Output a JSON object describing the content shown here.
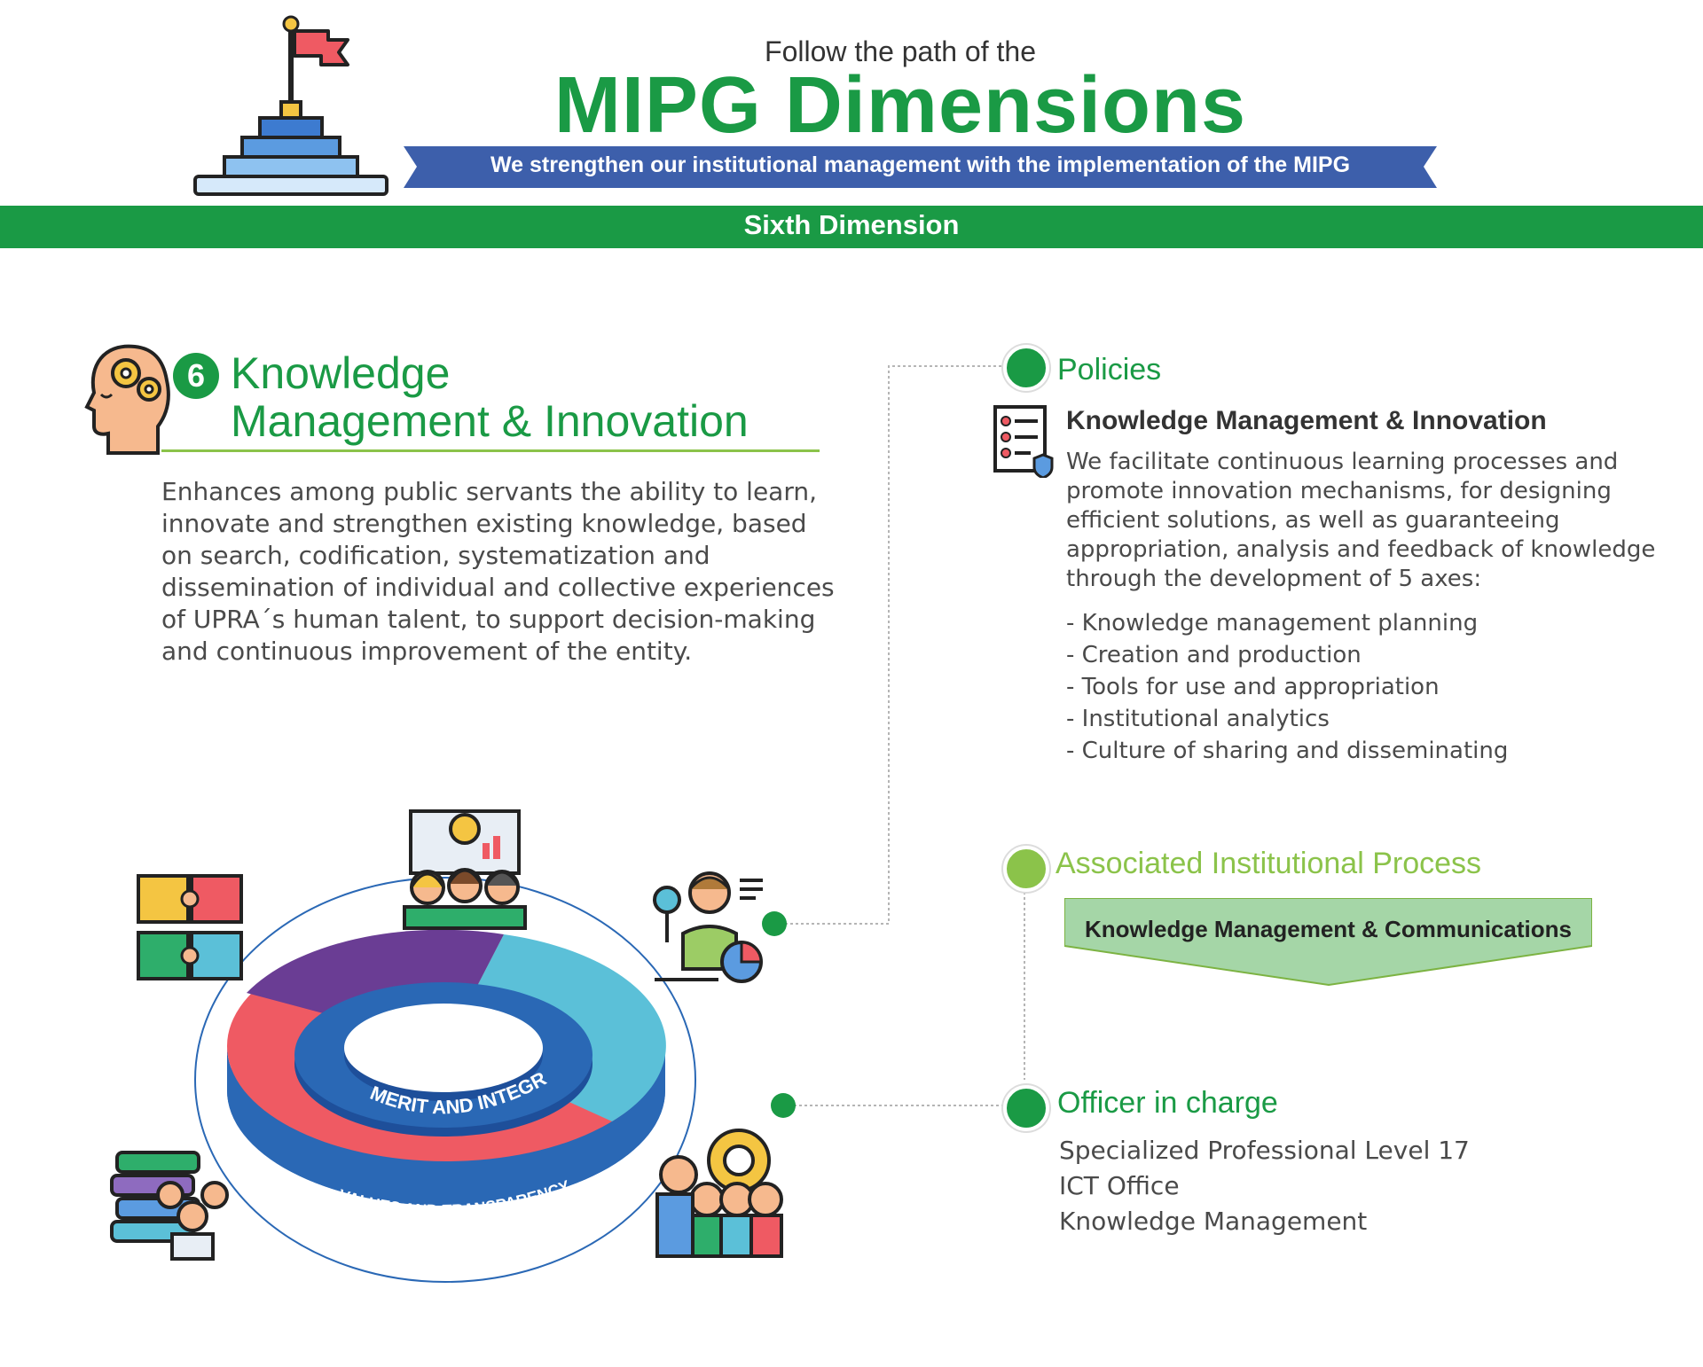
{
  "header": {
    "pretitle": "Follow the path of the",
    "title": "MIPG Dimensions",
    "ribbon_text": "We strengthen our institutional management with the implementation of the MIPG",
    "band_text": "Sixth Dimension"
  },
  "dimension": {
    "number": "6",
    "title_line1": "Knowledge",
    "title_line2": "Management & Innovation",
    "description": "Enhances among public servants the ability to learn, innovate and strengthen existing knowledge, based on search, codification, systematization and dissemination of individual and collective experiences of UPRA´s human talent, to support decision-making and continuous improvement of the entity."
  },
  "policies": {
    "heading": "Policies",
    "title": "Knowledge Management & Innovation",
    "text": "We facilitate continuous learning processes and promote innovation mechanisms, for designing efficient solutions, as well as guaranteeing appropriation, analysis and feedback of knowledge through the development of 5 axes:",
    "axes": [
      "- Knowledge management planning",
      "- Creation and production",
      "- Tools for use and appropriation",
      "- Institutional analytics",
      "- Culture of sharing and disseminating"
    ]
  },
  "process": {
    "heading": "Associated Institutional Process",
    "label": "Knowledge Management & Communications"
  },
  "officer": {
    "heading": "Officer in charge",
    "lines": [
      "Specialized Professional Level 17",
      "ICT Office",
      "Knowledge Management"
    ]
  },
  "ring": {
    "inner_label": "MERIT AND INTEGRITY",
    "outer_label": "VALUES AND TRANSPARENCY"
  },
  "colors": {
    "green": "#1a9a45",
    "lime": "#8bc34a",
    "blue": "#3d5fab",
    "ring_purple": "#6a3d94",
    "ring_cyan": "#5bc0d8",
    "ring_red": "#ef5a63",
    "ring_blue": "#2a68b5"
  },
  "icons": {
    "flag": "flag-pyramid-icon",
    "head": "head-gears-icon",
    "checklist": "checklist-shield-icon",
    "puzzle": "puzzle-hands-icon",
    "team_board": "team-idea-board-icon",
    "analyst": "analyst-chart-icon",
    "books_team": "books-team-icon",
    "gear_team": "gear-team-icon"
  }
}
